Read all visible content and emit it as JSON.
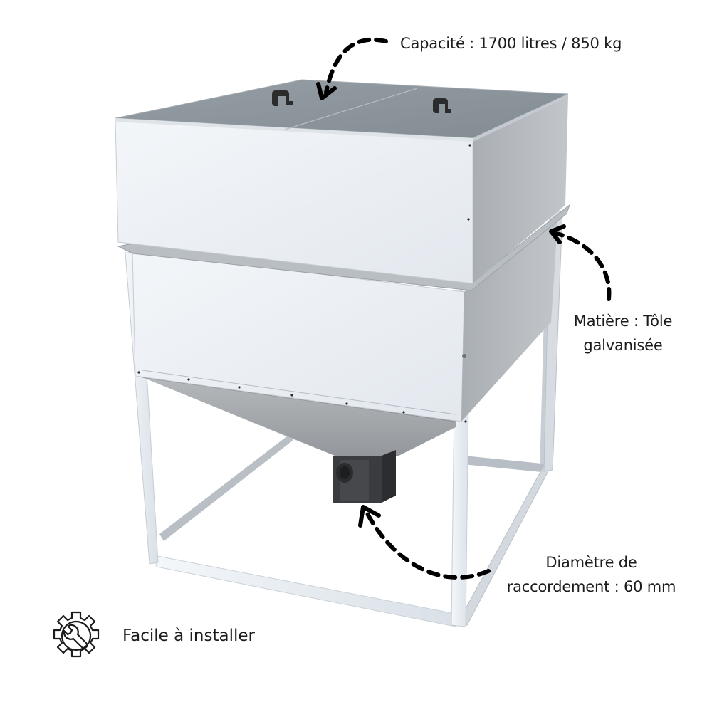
{
  "product": {
    "name": "pellet-silo-hopper",
    "colors": {
      "lid": "#8a9299",
      "front_panel": "#eef2f6",
      "side_panel": "#b3b8bd",
      "hopper": "#a7abaf",
      "outlet_box": "#3b3d40",
      "frame": "#eaf0f5",
      "handle": "#2a2a2a",
      "arrow": "#000000"
    }
  },
  "callouts": {
    "capacity": "Capacité : 1700 litres / 850 kg",
    "material_line1": "Matière : Tôle",
    "material_line2": "galvanisée",
    "diameter_line1": "Diamètre de",
    "diameter_line2": "raccordement : 60 mm"
  },
  "feature": {
    "icon": "gear-wrench-icon",
    "label": "Facile à installer"
  }
}
